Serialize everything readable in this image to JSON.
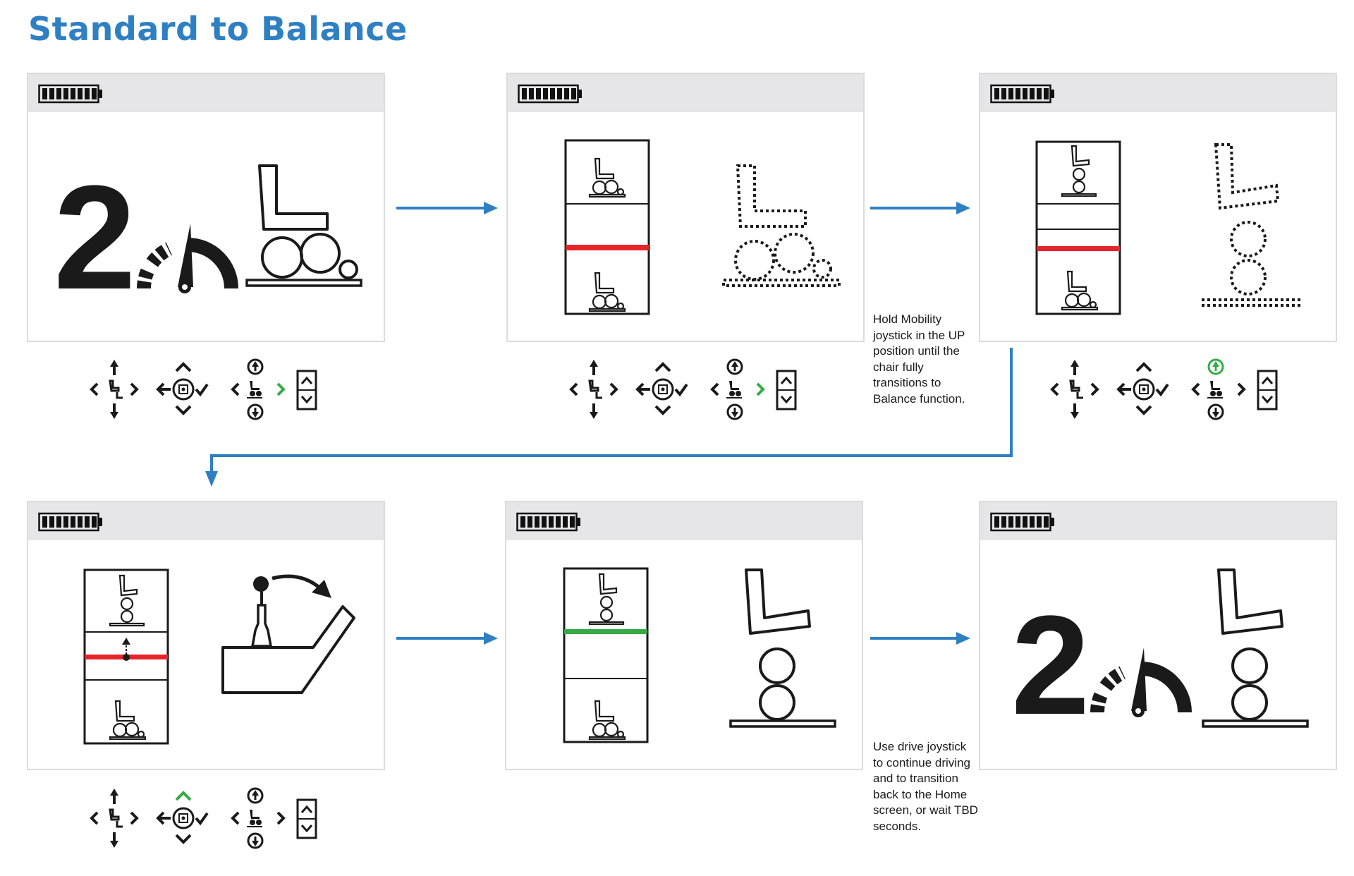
{
  "title": "Standard to Balance",
  "colors": {
    "title": "#2f80c3",
    "arrow": "#2f80c3",
    "indicator_red": "#e5252a",
    "indicator_green": "#35aa47",
    "highlight_green": "#35aa47"
  },
  "screens": [
    {
      "label": "Home screen, speed 2, standard seating",
      "speed": "2"
    },
    {
      "label": "Standard to balance transition start"
    },
    {
      "label": "Balance transition in progress"
    },
    {
      "label": "Balance reached, push joystick up"
    },
    {
      "label": "Balance mode active"
    },
    {
      "label": "Home screen, speed 2, balance seating",
      "speed": "2"
    }
  ],
  "icons": {
    "battery": "battery-full-icon",
    "speed_gauge": "speedometer-icon",
    "chair": "wheelchair-icon",
    "joystick": "joystick-icon",
    "drive": "drive-arrows-icon",
    "mode": "mode-select-icon",
    "seat": "seat-function-icon",
    "scroll": "up-down-scroll-icon"
  },
  "notes": {
    "hold": "Hold Mobility joystick in the UP position until the chair fully transitions to Balance function.",
    "drive": "Use drive joystick to continue driving and to transition back to the Home screen, or wait TBD seconds."
  }
}
